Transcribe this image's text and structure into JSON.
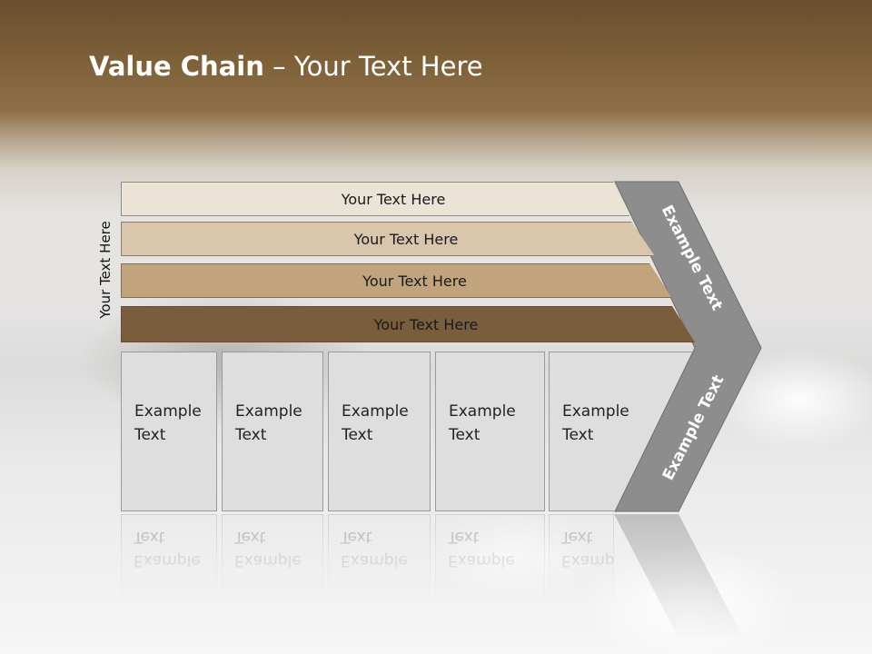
{
  "slide": {
    "title_bold": "Value Chain",
    "title_rest": " – Your Text Here",
    "side_label": "Your Text Here"
  },
  "bands": [
    {
      "label": "Your Text Here",
      "color": "#ebe3d6"
    },
    {
      "label": "Your Text Here",
      "color": "#d9c6ad"
    },
    {
      "label": "Your Text Here",
      "color": "#c1a47c"
    },
    {
      "label": "Your Text Here",
      "color": "#7a5d3c"
    }
  ],
  "columns": [
    {
      "label": "Example\nText"
    },
    {
      "label": "Example\nText"
    },
    {
      "label": "Example\nText"
    },
    {
      "label": "Example\nText"
    },
    {
      "label": "Example\nText"
    }
  ],
  "arrow": {
    "upper_label": "Example Text",
    "lower_label": "Example Text",
    "color": "#8d8d8d"
  }
}
